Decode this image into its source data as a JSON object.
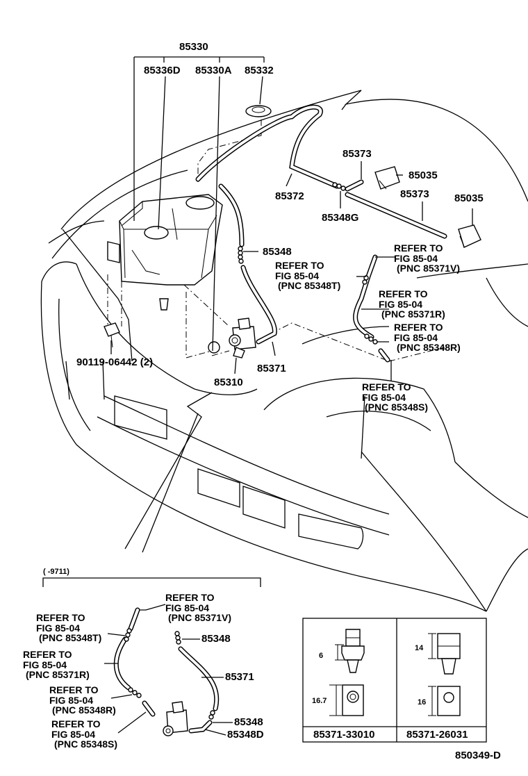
{
  "labels": {
    "main_assembly": "85330",
    "sub_a": "85336D",
    "sub_b": "85330A",
    "cap": "85332",
    "hose_upper": "85372",
    "joint_upper": "85373",
    "nozzle_upper": "85035",
    "joint_lower": "85373",
    "nozzle_lower": "85035",
    "connector": "85348G",
    "hose_right": "85348",
    "bolt": "90119-06442 (2)",
    "pump": "85310",
    "hose_pump": "85371"
  },
  "refs": {
    "r1": [
      "REFER TO",
      "FIG 85-04",
      "(PNC 85371V)"
    ],
    "r2": [
      "REFER TO",
      "FIG 85-04",
      "(PNC 85348T)"
    ],
    "r3": [
      "REFER TO",
      "FIG 85-04",
      "(PNC 85371R)"
    ],
    "r4": [
      "REFER TO",
      "FIG 85-04",
      "(PNC 85348R)"
    ],
    "r5": [
      "REFER TO",
      "FIG 85-04",
      "(PNC 85348S)"
    ]
  },
  "inset": {
    "range": "(     -9711)",
    "refs": {
      "a": [
        "REFER TO",
        "FIG 85-04",
        "(PNC 85371V)"
      ],
      "b": [
        "REFER TO",
        "FIG 85-04",
        "(PNC 85348T)"
      ],
      "c": [
        "REFER TO",
        "FIG 85-04",
        "(PNC 85371R)"
      ],
      "d": [
        "REFER TO",
        "FIG 85-04",
        "(PNC 85348R)"
      ],
      "e": [
        "REFER TO",
        "FIG 85-04",
        "(PNC 85348S)"
      ]
    },
    "labels": {
      "hose_a": "85348",
      "hose_b": "85371",
      "hose_c": "85348",
      "hose_d": "85348D"
    }
  },
  "table": {
    "col1": {
      "part_no": "85371-33010",
      "dim_top": "6",
      "dim_bottom": "16.7"
    },
    "col2": {
      "part_no": "85371-26031",
      "dim_top": "14",
      "dim_bottom": "16"
    }
  },
  "figure_code": "850349-D"
}
